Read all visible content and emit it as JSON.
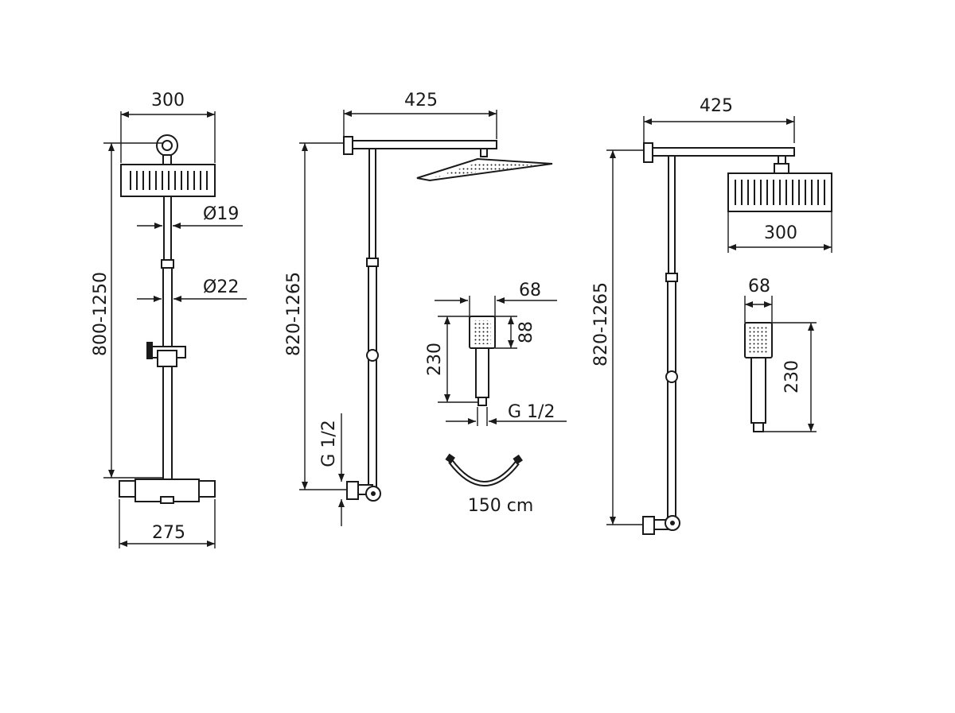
{
  "views": {
    "front": {
      "head_width": "300",
      "pipe_upper_dia": "Ø19",
      "pipe_lower_dia": "Ø22",
      "height_range": "800-1250",
      "mixer_width": "275"
    },
    "side": {
      "arm_length": "425",
      "height_range": "820-1265",
      "inlet_thread": "G 1/2"
    },
    "hand_shower": {
      "width": "68",
      "head_height": "88",
      "total_length": "230",
      "thread": "G 1/2"
    },
    "hose": {
      "length": "150 cm"
    },
    "variant": {
      "arm_length": "425",
      "head_width": "300",
      "height_range": "820-1265",
      "hand_width": "68",
      "hand_length": "230"
    }
  }
}
